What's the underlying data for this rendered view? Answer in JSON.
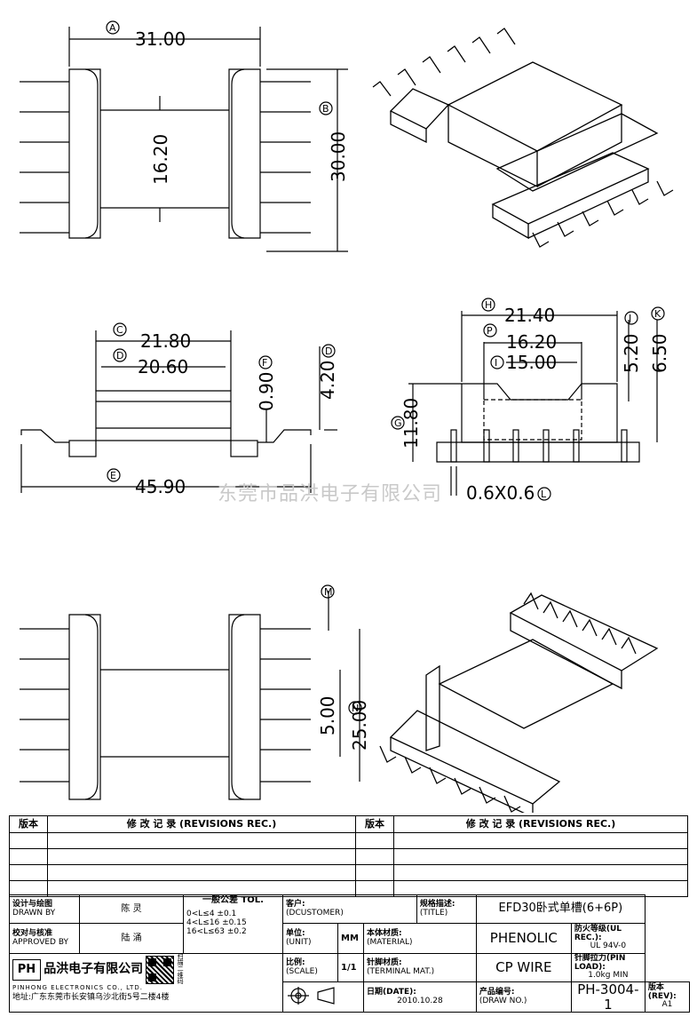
{
  "drawing": {
    "top_view": {
      "width_label": "31.00",
      "width_mark": "A",
      "height_label": "30.00",
      "height_mark": "B",
      "inner_label": "16.20"
    },
    "side_view": {
      "c_label": "21.80",
      "c_mark": "C",
      "d_label": "20.60",
      "d_mark": "D",
      "f_label": "0.90",
      "f_mark": "F",
      "h_label": "4.20",
      "h_mark": "D",
      "e_label": "45.90",
      "e_mark": "E"
    },
    "end_view": {
      "h_label": "21.40",
      "h_mark": "H",
      "p_label": "16.20",
      "p_mark": "P",
      "i_label": "15.00",
      "i_mark": "I",
      "j_label": "5.20",
      "j_mark": "J",
      "k_label": "6.50",
      "k_mark": "K",
      "g_label": "11.80",
      "g_mark": "G",
      "l_label": "0.6X0.6",
      "l_mark": "L"
    },
    "bottom_view": {
      "m_mark": "M",
      "n_label1": "5.00",
      "n_label2": "25.00",
      "n_mark": "N"
    },
    "watermark": "东莞市品洪电子有限公司"
  },
  "revisions": {
    "col_rev": "版本",
    "col_rec": "修 改 记 录 (REVISIONS REC.)",
    "col_rev2": "版本",
    "col_rec2": "修 改 记 录 (REVISIONS REC.)"
  },
  "title_block": {
    "designed_by_label": "设计与绘图",
    "designed_by_label_en": "DRAWN BY",
    "designed_by": "陈 灵",
    "approved_label": "校对与核准",
    "approved_label_en": "APPROVED BY",
    "approved_by": "陆 涌",
    "tol_label": "一般公差 TOL.",
    "tol1": "0<L≤4    ±0.1",
    "tol2": "4<L≤16   ±0.15",
    "tol3": "16<L≤63  ±0.2",
    "customer_label": "客户:",
    "customer_label_en": "(DCUSTOMER)",
    "title_label": "规格描述:",
    "title_label_en": "(TITLE)",
    "title_value": "EFD30卧式单槽(6+6P)",
    "unit_label": "单位:",
    "unit_label_en": "(UNIT)",
    "unit_value": "MM",
    "material_label": "本体材质:",
    "material_label_en": "(MATERIAL)",
    "material_value": "PHENOLIC",
    "ul_label": "防火等级(UL REC.):",
    "ul_value": "UL 94V-0",
    "scale_label": "比例:",
    "scale_label_en": "(SCALE)",
    "scale_value": "1/1",
    "terminal_label": "针脚材质:",
    "terminal_label_en": "(TERMINAL MAT.)",
    "terminal_value": "CP WIRE",
    "pinload_label": "针脚拉力(PIN LOAD):",
    "pinload_value": "1.0kg MIN",
    "company_cn": "品洪电子有限公司",
    "company_en": "PINHONG ELECTRONICS CO., LTD.",
    "logo": "PH",
    "qr_caption": "扫描二维码",
    "address": "地址:广东东莞市长安镇乌沙北街5号二楼4楼",
    "date_label": "日期(DATE):",
    "date_value": "2010.10.28",
    "drawno_label": "产品编号:",
    "drawno_label_en": "(DRAW NO.)",
    "drawno_value": "PH-3004-1",
    "rev_label": "版本(REV):",
    "rev_value": "A1"
  }
}
